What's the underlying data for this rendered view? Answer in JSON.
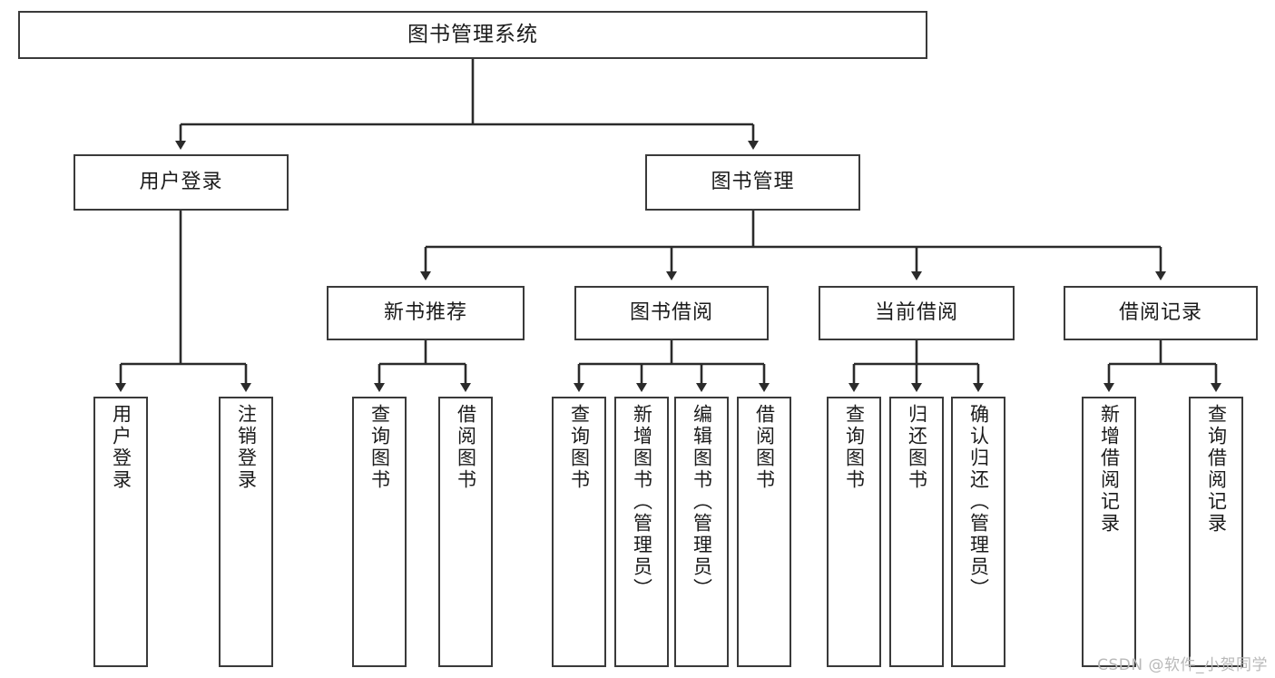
{
  "diagram": {
    "title": "图书管理系统",
    "type": "tree-hierarchy-chart",
    "root": {
      "label": "图书管理系统"
    },
    "level2": [
      {
        "label": "用户登录"
      },
      {
        "label": "图书管理"
      }
    ],
    "level3": [
      {
        "label": "新书推荐"
      },
      {
        "label": "图书借阅"
      },
      {
        "label": "当前借阅"
      },
      {
        "label": "借阅记录"
      }
    ],
    "leaves": {
      "user_login": [
        {
          "label": "用户登录"
        },
        {
          "label": "注销登录"
        }
      ],
      "new_book_recommend": [
        {
          "label": "查询图书"
        },
        {
          "label": "借阅图书"
        }
      ],
      "book_borrow": [
        {
          "label": "查询图书"
        },
        {
          "label": "新增图书（管理员）"
        },
        {
          "label": "编辑图书（管理员）"
        },
        {
          "label": "借阅图书"
        }
      ],
      "current_borrow": [
        {
          "label": "查询图书"
        },
        {
          "label": "归还图书"
        },
        {
          "label": "确认归还（管理员）"
        }
      ],
      "borrow_record": [
        {
          "label": "新增借阅记录"
        },
        {
          "label": "查询借阅记录"
        }
      ]
    }
  },
  "watermark": {
    "text": "CSDN @软件_小贺同学"
  },
  "colors": {
    "box_border": "#3a3a3a",
    "box_fill": "#ffffff",
    "line": "#2b2b2b",
    "text": "#1b1b1b",
    "watermark": "#b9b9b9"
  }
}
